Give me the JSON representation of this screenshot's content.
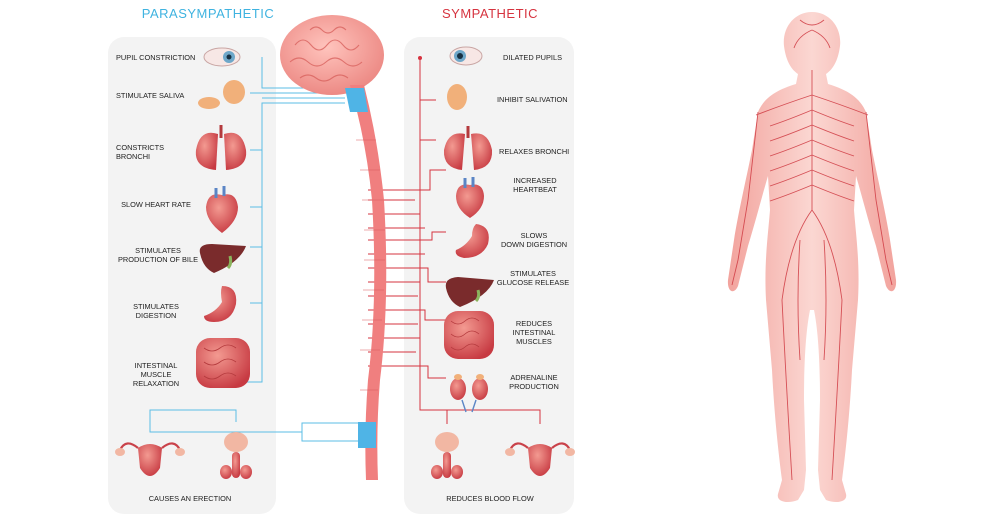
{
  "titles": {
    "parasympathetic": "PARASYMPATHETIC",
    "sympathetic": "SYMPATHETIC"
  },
  "parasympathetic": {
    "effects": [
      "PUPIL CONSTRICTION",
      "STIMULATE SALIVA",
      "CONSTRICTS BRONCHI",
      "SLOW HEART RATE",
      "STIMULATES\nPRODUCTION OF BILE",
      "STIMULATES\nDIGESTION",
      "INTESTINAL\nMUSCLE\nRELAXATION",
      "CAUSES AN ERECTION"
    ]
  },
  "sympathetic": {
    "effects": [
      "DILATED PUPILS",
      "INHIBIT SALIVATION",
      "RELAXES BRONCHI",
      "INCREASED\nHEARTBEAT",
      "SLOWS\nDOWN DIGESTION",
      "STIMULATES\nGLUCOSE RELEASE",
      "REDUCES\nINTESTINAL\nMUSCLES",
      "ADRENALINE\nPRODUCTION",
      "REDUCES BLOOD FLOW"
    ]
  },
  "colors": {
    "parasympathetic": "#3fb3e0",
    "sympathetic": "#d6333f",
    "organ": "#d9474f",
    "nerve_body": "#f4a9a4"
  },
  "icons": [
    "brain-icon",
    "spinal-cord-icon",
    "eye-icon",
    "salivary-gland-icon",
    "lungs-icon",
    "heart-icon",
    "liver-icon",
    "stomach-icon",
    "intestine-icon",
    "kidney-icon",
    "uterus-icon",
    "male-reproductive-icon",
    "human-body-nervous-system-icon"
  ]
}
